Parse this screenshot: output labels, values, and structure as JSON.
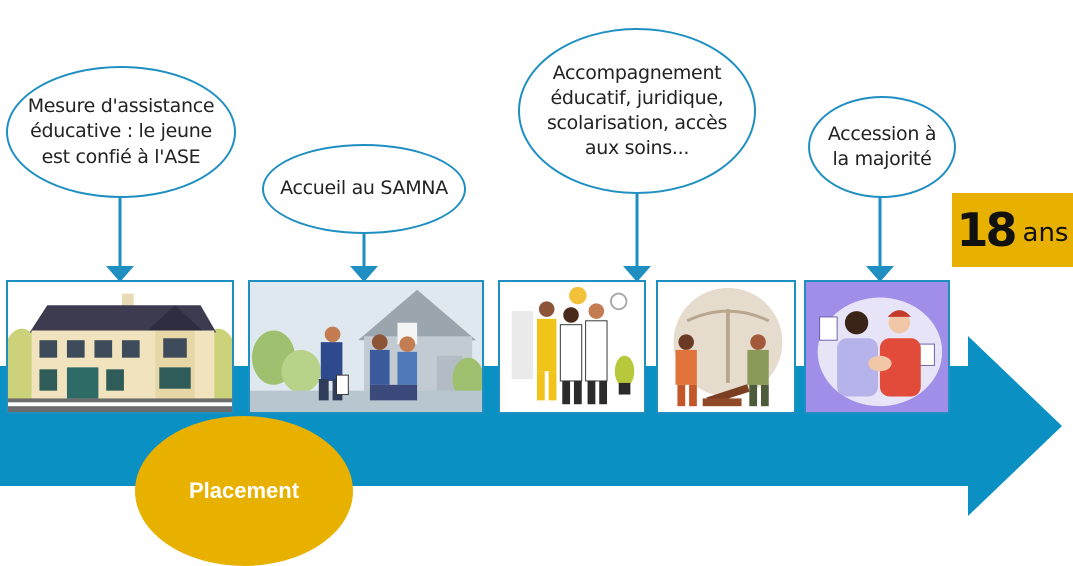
{
  "colors": {
    "arrow": "#0b90c3",
    "connector": "#1f8fc2",
    "accent": "#e8b100"
  },
  "bubbles": [
    {
      "lines": [
        "Mesure d'assistance",
        "éducative : le jeune",
        "est confié à l'ASE"
      ]
    },
    {
      "lines": [
        "Accueil au SAMNA"
      ]
    },
    {
      "lines": [
        "Accompagnement",
        "éducatif, juridique,",
        "scolarisation, accès",
        "aux soins..."
      ]
    },
    {
      "lines": [
        "Accession à",
        "la majorité"
      ]
    }
  ],
  "placement_label": "Placement",
  "age_badge": {
    "number": "18",
    "unit": "ans"
  },
  "illustrations": [
    {
      "icon": "house-icon"
    },
    {
      "icon": "welcome-family-icon"
    },
    {
      "icon": "healthcare-team-icon"
    },
    {
      "icon": "justice-scale-icon"
    },
    {
      "icon": "handshake-icon"
    }
  ]
}
